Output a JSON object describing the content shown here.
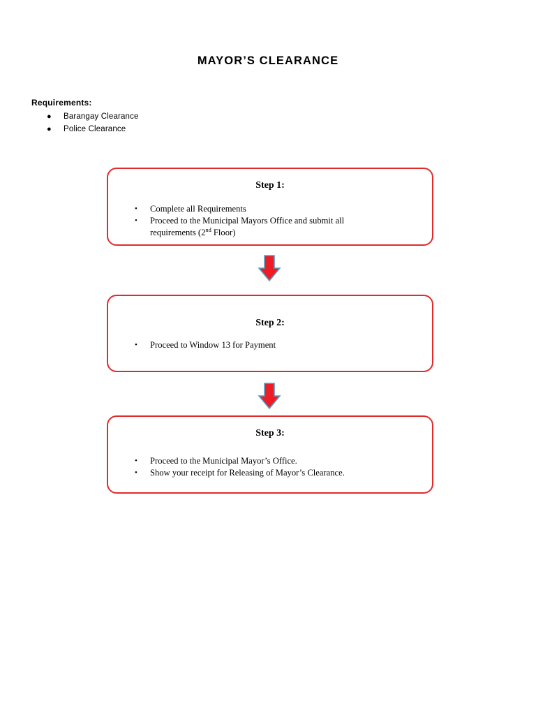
{
  "document": {
    "title": "MAYOR’S CLEARANCE"
  },
  "requirements": {
    "heading": "Requirements:",
    "bullet_glyph": "●",
    "items": [
      "Barangay Clearance",
      "Police Clearance"
    ]
  },
  "flow": {
    "bullet_glyph": "•",
    "box_border_color": "#e02b2b",
    "arrow_fill_color": "#ee1c25",
    "arrow_outline_color": "#4ea3c9",
    "steps": [
      {
        "title": "Step 1:",
        "items": [
          "Complete all Requirements",
          "Proceed to the Municipal Mayors Office and submit all requirements (2"
        ],
        "item2_sup": "nd",
        "item2_tail": " Floor)"
      },
      {
        "title": "Step 2:",
        "items": [
          "Proceed to Window 13 for Payment"
        ]
      },
      {
        "title": "Step 3:",
        "items": [
          "Proceed to the Municipal Mayor’s Office.",
          "Show your receipt for Releasing of Mayor’s Clearance."
        ]
      }
    ],
    "arrows": [
      {
        "name": "arrow-step1-to-step2"
      },
      {
        "name": "arrow-step2-to-step3"
      }
    ]
  }
}
